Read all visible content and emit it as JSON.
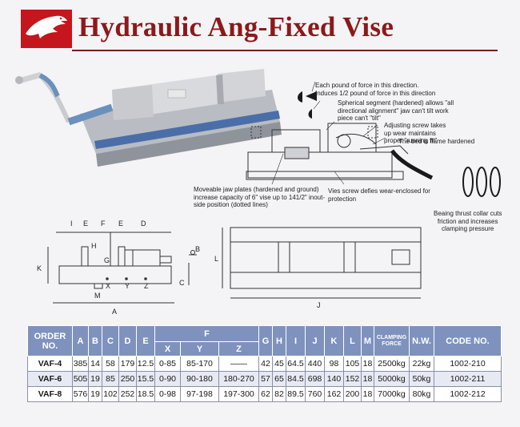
{
  "header": {
    "title": "Hydraulic Ang-Fixed Vise",
    "logo_icon": "eagle-logo-icon",
    "accent": "#8b1a1a"
  },
  "callouts": {
    "force_line1": "Each pound of force in this direction.",
    "force_line2": "Induces 1/2 pound of force in this direction",
    "spherical": [
      "Spherical segment (hardened) allows \"all",
      "directional alignment\" jaw can't tilt work",
      "piece can't \"tilt\""
    ],
    "adjusting": [
      "Adjusting screw takes",
      "up wear maintains",
      "proper \"running fit\""
    ],
    "bed": "The bed is flame hardened",
    "moveable": [
      "Moveable jaw plates (hardened and ground)",
      "increase capacity of 6\" vise up to 141/2\" inout-",
      "side position (dotted lines)"
    ],
    "vies_screw": [
      "Vies screw defies wear-enclosed for",
      "protection"
    ],
    "thrust": [
      "Beaing thrust collar cuts",
      "friction and increases",
      "clamping pressure"
    ]
  },
  "dimension_labels": {
    "I": "I",
    "E": "E",
    "F": "F",
    "E2": "E",
    "D": "D",
    "H": "H",
    "K": "K",
    "G": "G",
    "B": "B",
    "C": "C",
    "X": "X",
    "Y": "Y",
    "Z": "Z",
    "M": "M",
    "A": "A",
    "L": "L",
    "J": "J"
  },
  "table": {
    "headers": {
      "order": [
        "ORDER",
        "NO."
      ],
      "A": "A",
      "B": "B",
      "C": "C",
      "D": "D",
      "E": "E",
      "F": "F",
      "X": "X",
      "Y": "Y",
      "Z": "Z",
      "G": "G",
      "H": "H",
      "I": "I",
      "J": "J",
      "K": "K",
      "L": "L",
      "M": "M",
      "clamping": [
        "CLAMPING",
        "FORCE"
      ],
      "nw": "N.W.",
      "code": "CODE NO."
    },
    "rows": [
      {
        "order": "VAF-4",
        "A": "385",
        "B": "14",
        "C": "58",
        "D": "179",
        "E": "12.5",
        "X": "0-85",
        "Y": "85-170",
        "Z": "——",
        "G": "42",
        "H": "45",
        "I": "64.5",
        "J": "440",
        "K": "98",
        "L": "105",
        "M": "18",
        "force": "2500kg",
        "nw": "22kg",
        "code": "1002-210"
      },
      {
        "order": "VAF-6",
        "A": "505",
        "B": "19",
        "C": "85",
        "D": "250",
        "E": "15.5",
        "X": "0-90",
        "Y": "90-180",
        "Z": "180-270",
        "G": "57",
        "H": "65",
        "I": "84.5",
        "J": "698",
        "K": "140",
        "L": "152",
        "M": "18",
        "force": "5000kg",
        "nw": "50kg",
        "code": "1002-211"
      },
      {
        "order": "VAF-8",
        "A": "576",
        "B": "19",
        "C": "102",
        "D": "252",
        "E": "18.5",
        "X": "0-98",
        "Y": "97-198",
        "Z": "197-300",
        "G": "62",
        "H": "82",
        "I": "89.5",
        "J": "760",
        "K": "162",
        "L": "200",
        "M": "18",
        "force": "7000kg",
        "nw": "80kg",
        "code": "1002-212"
      }
    ],
    "header_color": "#7e92bd"
  }
}
